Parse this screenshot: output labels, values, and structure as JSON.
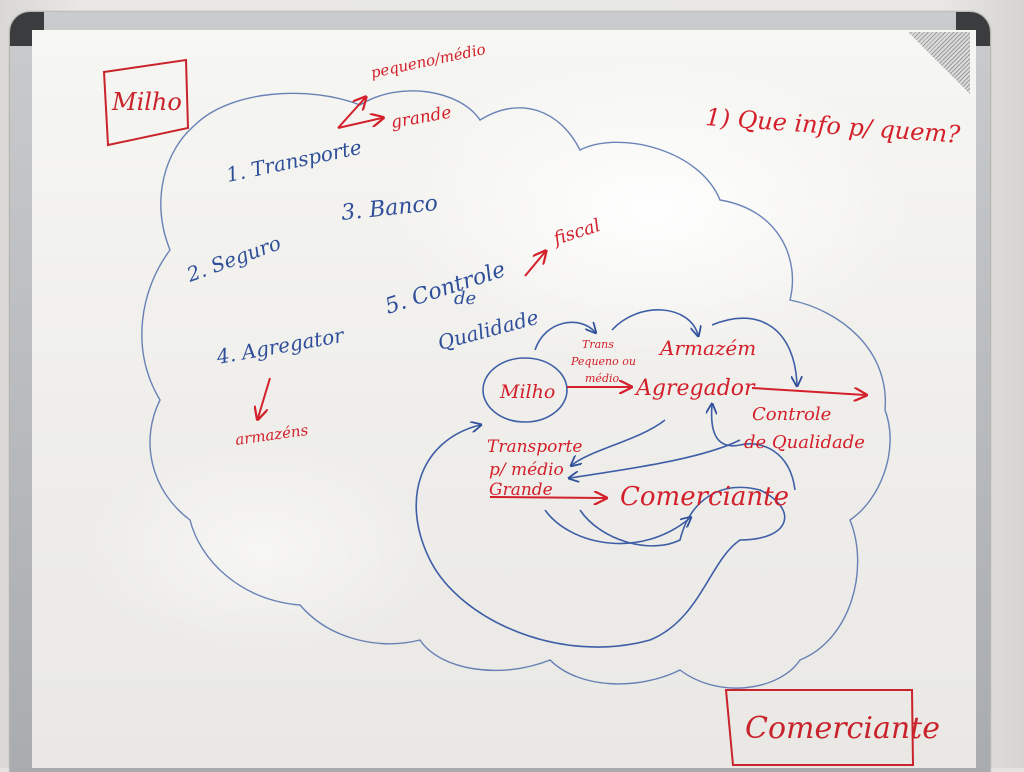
{
  "board": {
    "top_left_box": "Milho",
    "bottom_right_box": "Comerciante",
    "question": "1) Que info p/ quem?",
    "list": {
      "item1": "1. Transporte",
      "item1_small": "pequeno/médio",
      "item1_large": "grande",
      "item2": "2. Seguro",
      "item3": "3. Banco",
      "item4": "4. Agregator",
      "item4_note": "armazéns",
      "item5_line1": "5. Controle",
      "item5_line2": "de",
      "item5_line3": "Qualidade",
      "item5_note": "fiscal"
    },
    "flow": {
      "milho": "Milho",
      "trans_small": [
        "Trans",
        "Pequeno ou",
        "médio"
      ],
      "armazem": "Armazém",
      "agregador": "Agregador",
      "controle": [
        "Controle",
        "de Qualidade"
      ],
      "transporte": [
        "Transporte",
        "p/ médio",
        "Grande"
      ],
      "comerciante": "Comerciante"
    }
  },
  "colors": {
    "red_marker": "#d3202a",
    "blue_marker": "#2f4f9a",
    "board_white": "#f3f3ef",
    "frame": "#b4b7ba"
  }
}
